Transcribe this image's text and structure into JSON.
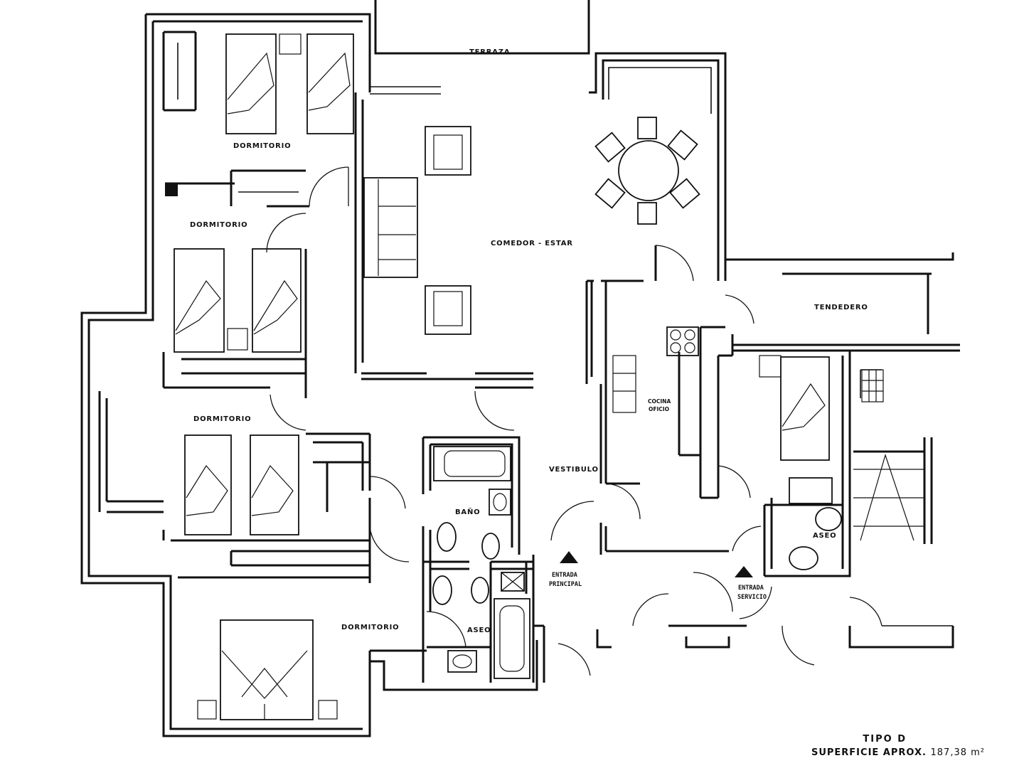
{
  "rooms": {
    "terraza": "TERRAZA",
    "dormitorio_1": "DORMITORIO",
    "dormitorio_2": "DORMITORIO",
    "dormitorio_3": "DORMITORIO",
    "dormitorio_4": "DORMITORIO",
    "comedor_estar": "COMEDOR - ESTAR",
    "tendedero": "TENDEDERO",
    "cocina_line1": "COCINA",
    "cocina_line2": "OFICIO",
    "vestibulo": "VESTIBULO",
    "bano": "BAÑO",
    "aseo_1": "ASEO",
    "aseo_2": "ASEO"
  },
  "entrances": {
    "principal_line1": "ENTRADA",
    "principal_line2": "PRINCIPAL",
    "servicio_line1": "ENTRADA",
    "servicio_line2": "SERVICIO"
  },
  "caption": {
    "type": "TIPO D",
    "area_label": "SUPERFICIE APROX.",
    "area_value": "187,38 m²"
  }
}
